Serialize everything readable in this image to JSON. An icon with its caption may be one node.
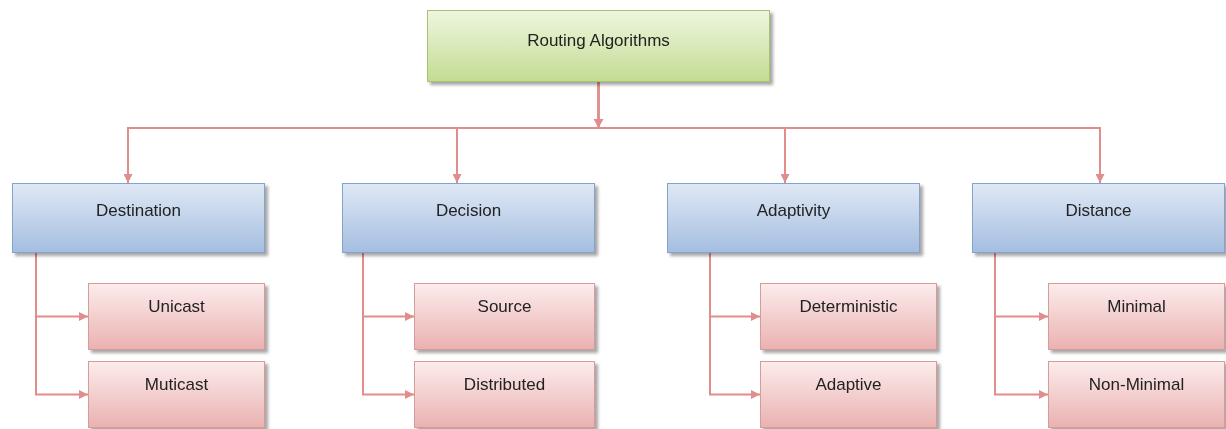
{
  "diagram": {
    "nodes": [
      {
        "text": [
          "Routing Algorithms"
        ]
      },
      {
        "text": [
          "Destination"
        ]
      },
      {
        "text": [
          "Unicast"
        ]
      },
      {
        "text": [
          "Muticast"
        ]
      },
      {
        "text": [
          "Decision"
        ]
      },
      {
        "text": [
          "Source"
        ]
      },
      {
        "text": [
          "Distributed"
        ]
      },
      {
        "text": [
          "Adaptivity"
        ]
      },
      {
        "text": [
          "Deterministic"
        ]
      },
      {
        "text": [
          "Adaptive"
        ]
      },
      {
        "text": [
          "Distance"
        ]
      },
      {
        "text": [
          "Minimal"
        ]
      },
      {
        "text": [
          "Non-Minimal"
        ]
      }
    ],
    "edges": [
      {
        "from": 0,
        "to": 1,
        "arrow": "to"
      },
      {
        "from": 0,
        "to": 4,
        "arrow": "to"
      },
      {
        "from": 0,
        "to": 7,
        "arrow": "to"
      },
      {
        "from": 0,
        "to": 10,
        "arrow": "to"
      },
      {
        "from": 1,
        "to": 2,
        "arrow": "to"
      },
      {
        "from": 1,
        "to": 3,
        "arrow": "to"
      },
      {
        "from": 4,
        "to": 5,
        "arrow": "to"
      },
      {
        "from": 4,
        "to": 6,
        "arrow": "to"
      },
      {
        "from": 7,
        "to": 8,
        "arrow": "to"
      },
      {
        "from": 7,
        "to": 9,
        "arrow": "to"
      },
      {
        "from": 10,
        "to": 11,
        "arrow": "to"
      },
      {
        "from": 10,
        "to": 12,
        "arrow": "to"
      }
    ]
  }
}
